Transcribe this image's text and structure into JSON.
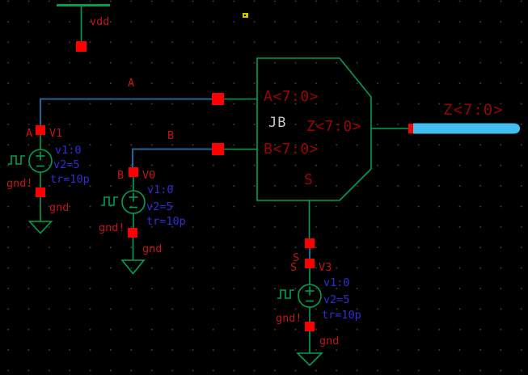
{
  "colors": {
    "bg": "#000000",
    "grid-dot": "#3d3d3d",
    "symbol-green": "#00a050",
    "wire-blue": "#1e6796",
    "bus-cyan": "#41bdef",
    "pin-red": "#ff0000",
    "net-label-red": "#c01616",
    "pin-label-red": "#9e0404",
    "bus-label-red": "#8f0808",
    "prop-blue": "#2e2ed2",
    "instance-gray": "#c9c9c9",
    "marker-yellow": "#c9c900"
  },
  "power": {
    "vdd_label": "vdd"
  },
  "mux": {
    "instance_label": "JB",
    "pin_a": "A<7:0>",
    "pin_b": "B<7:0>",
    "pin_z": "Z<7:0>",
    "pin_s": "S"
  },
  "nets": {
    "a_wire_label": "A",
    "b_wire_label": "B",
    "z_bus_label": "Z<7:0>",
    "v1_pos_label": "A",
    "v0_pos_label": "B",
    "s_label_upper": "S",
    "s_label_lower": "S"
  },
  "sources": {
    "v1": {
      "name": "V1",
      "prop_v1": "v1:0",
      "prop_v2": "v2=5",
      "prop_tr": "tr=10p",
      "neg_net_label": "gnd!",
      "gnd_symbol_label": "gnd"
    },
    "v0": {
      "name": "V0",
      "prop_v1": "v1:0",
      "prop_v2": "v2=5",
      "prop_tr": "tr=10p",
      "neg_net_label": "gnd!",
      "gnd_symbol_label": "gnd"
    },
    "v3": {
      "name": "V3",
      "prop_v1": "v1:0",
      "prop_v2": "v2=5",
      "prop_tr": "tr=10p",
      "neg_net_label": "gnd!",
      "gnd_symbol_label": "gnd"
    }
  }
}
